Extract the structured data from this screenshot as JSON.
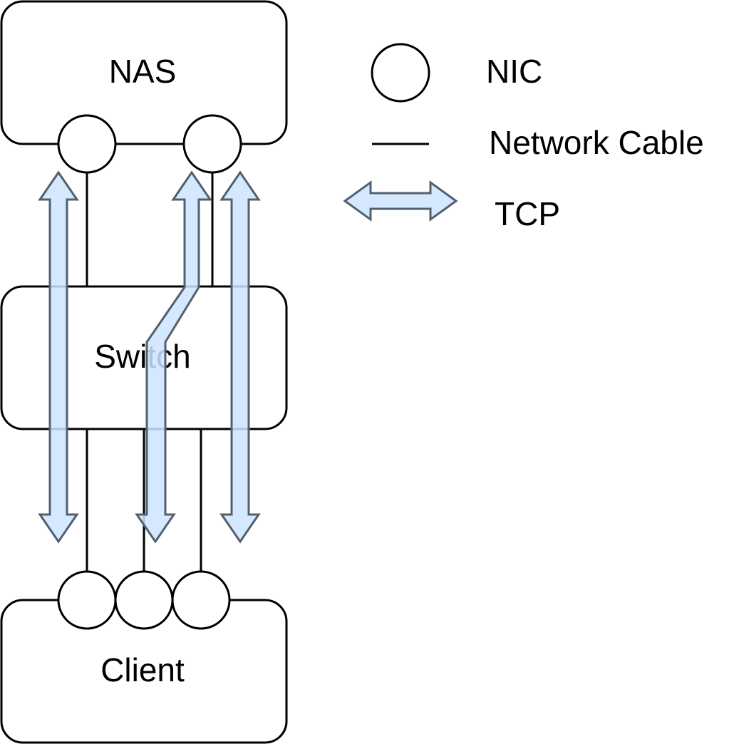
{
  "nodes": {
    "nas": "NAS",
    "switch": "Switch",
    "client": "Client"
  },
  "legend": {
    "nic": "NIC",
    "network_cable": "Network Cable",
    "tcp": "TCP"
  },
  "colors": {
    "tcp_fill": "#cce5ff",
    "tcp_stroke": "#52606e",
    "line": "#000000",
    "background": "#ffffff"
  }
}
